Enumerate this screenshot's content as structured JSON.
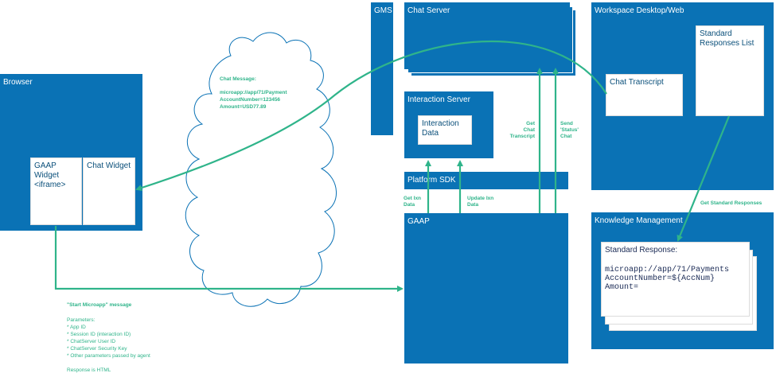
{
  "colors": {
    "box": "#0a72b5",
    "arrow": "#2fb48a",
    "text_white": "#ffffff",
    "dark_text": "#0a4f7a"
  },
  "boxes": {
    "browser": "Browser",
    "gms": "GMS",
    "chat_server": "Chat Server",
    "interaction_server": "Interaction Server",
    "platform_sdk": "Platform SDK",
    "gaap": "GAAP",
    "workspace": "Workspace Desktop/Web",
    "knowledge_management": "Knowledge Management"
  },
  "widgets": {
    "gaap_widget": "GAAP Widget\n<iframe>",
    "chat_widget": "Chat Widget",
    "interaction_data": "Interaction\nData",
    "chat_transcript": "Chat Transcript",
    "standard_responses_list": "Standard\nResponses List"
  },
  "cloud": {
    "title": "Chat Message:",
    "line1": "microapp://app/71/Payment",
    "line2": "AccountNumber=123456",
    "line3": "Amount=USD77.89"
  },
  "standard_response": {
    "title": "Standard Response:",
    "code": "microapp://app/71/Payments\nAccountNumber=${AccNum}\nAmount="
  },
  "arrow_labels": {
    "get_ixn_data": "Get Ixn\nData",
    "update_ixn_data": "Update Ixn\nData",
    "get_chat_transcript": "Get\nChat\nTranscript",
    "send_status_chat": "Send\n'Status'\nChat",
    "get_standard_responses": "Get Standard Responses"
  },
  "notes": {
    "title": "\"Start Microapp\" message",
    "params_header": "Parameters:",
    "params": [
      "* App ID",
      "* Session ID  (interaction ID)",
      "* ChatServer User ID",
      "* ChatServer Security Key",
      "* Other parameters passed by agent"
    ],
    "response": "Response is HTML"
  }
}
